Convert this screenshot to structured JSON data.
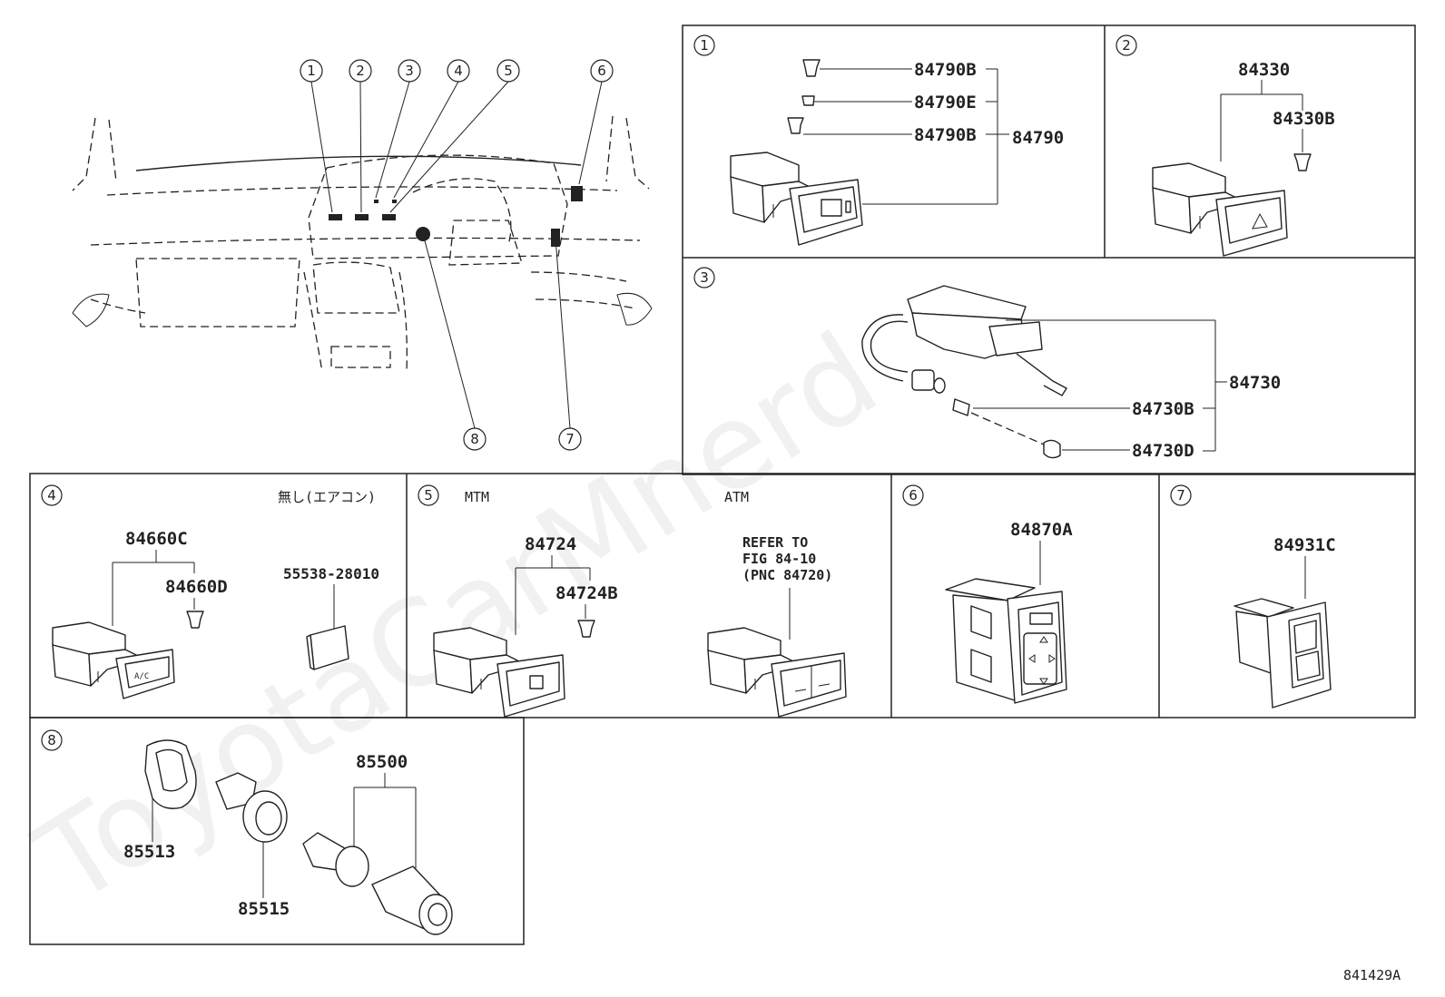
{
  "watermark": "ToyotaCarMnerd",
  "figure_code": "841429A",
  "overview_callouts": [
    "1",
    "2",
    "3",
    "4",
    "5",
    "6",
    "7",
    "8"
  ],
  "panels": {
    "p1": {
      "num": "1",
      "parts": {
        "a": "84790B",
        "b": "84790E",
        "c": "84790B",
        "d": "84790"
      }
    },
    "p2": {
      "num": "2",
      "parts": {
        "a": "84330",
        "b": "84330B"
      }
    },
    "p3": {
      "num": "3",
      "parts": {
        "a": "84730",
        "b": "84730B",
        "c": "84730D"
      }
    },
    "p4": {
      "num": "4",
      "note": "無し(エアコン)",
      "parts": {
        "a": "84660C",
        "b": "84660D",
        "c": "55538-28010"
      },
      "switch_label": "A/C"
    },
    "p5": {
      "num": "5",
      "mtm": "MTM",
      "atm": "ATM",
      "parts": {
        "a": "84724",
        "b": "84724B"
      },
      "refer": [
        "REFER TO",
        "FIG 84-10",
        "(PNC 84720)"
      ]
    },
    "p6": {
      "num": "6",
      "parts": {
        "a": "84870A"
      }
    },
    "p7": {
      "num": "7",
      "parts": {
        "a": "84931C"
      }
    },
    "p8": {
      "num": "8",
      "parts": {
        "a": "85500",
        "b": "85513",
        "c": "85515"
      }
    }
  }
}
